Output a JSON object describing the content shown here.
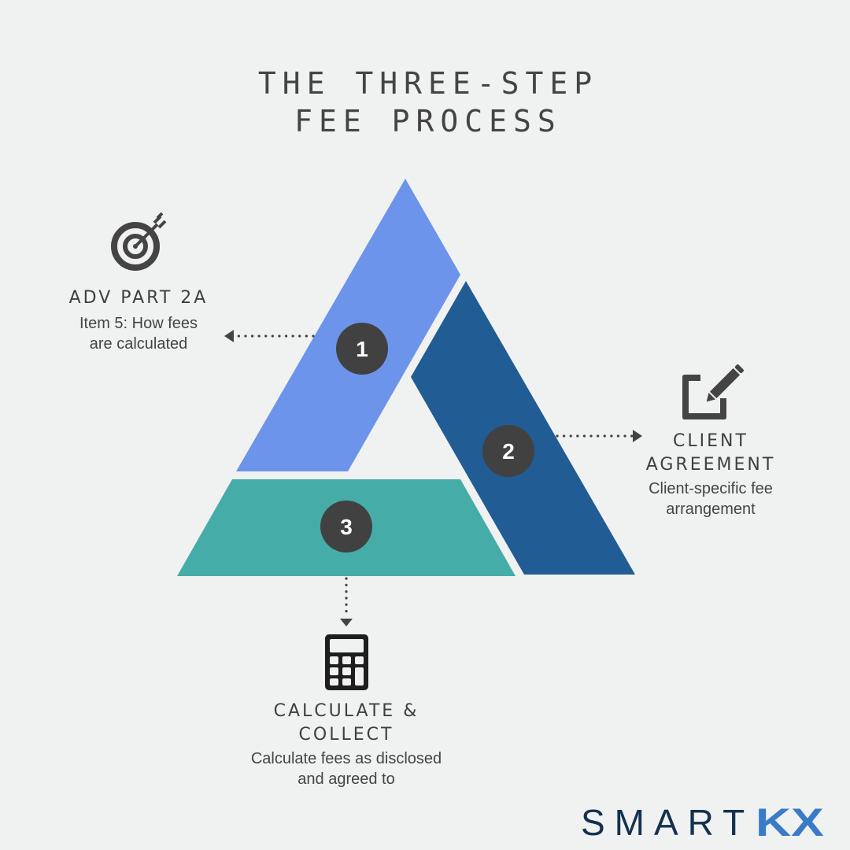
{
  "title": {
    "line1": "THE THREE-STEP",
    "line2": "FEE PROCESS"
  },
  "colors": {
    "background": "#f0f2f1",
    "step1": "#6d94eb",
    "step2": "#215c94",
    "step3": "#46aca8",
    "badge": "#414141",
    "text": "#444444",
    "logo_primary": "#15314f",
    "logo_accent": "#3a7bc8"
  },
  "steps": [
    {
      "number": "1",
      "icon": "target-icon",
      "heading": "ADV PART 2A",
      "description_line1": "Item 5: How fees",
      "description_line2": "are calculated"
    },
    {
      "number": "2",
      "icon": "edit-icon",
      "heading_line1": "CLIENT",
      "heading_line2": "AGREEMENT",
      "description_line1": "Client-specific fee",
      "description_line2": "arrangement"
    },
    {
      "number": "3",
      "icon": "calculator-icon",
      "heading_line1": "CALCULATE &",
      "heading_line2": "COLLECT",
      "description_line1": "Calculate fees as disclosed",
      "description_line2": "and agreed to"
    }
  ],
  "logo": {
    "primary": "SMART",
    "accent": "KX"
  }
}
